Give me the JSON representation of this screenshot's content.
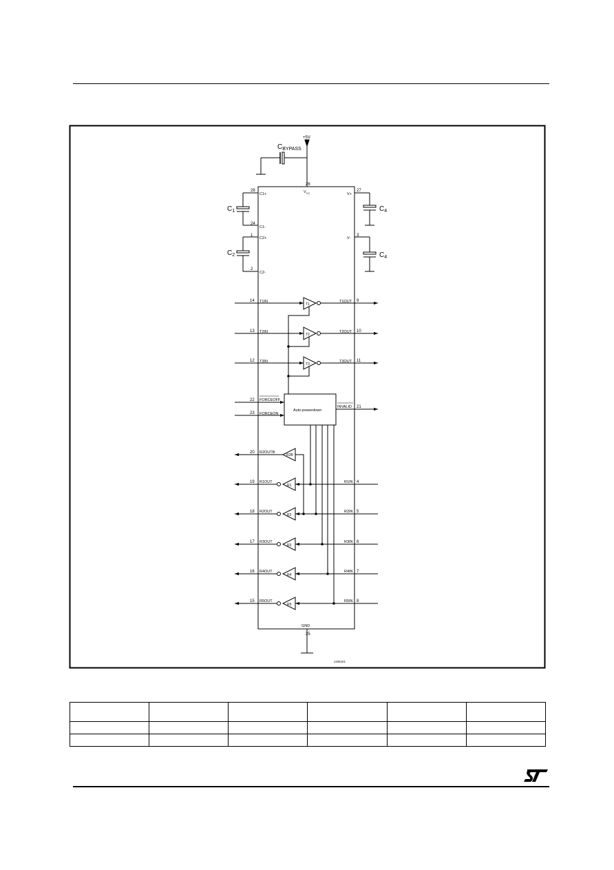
{
  "figure": {
    "supply_label": "+5V",
    "bypass_cap": {
      "main": "C",
      "sub": "BYPASS"
    },
    "caps": [
      {
        "id": "c1",
        "main": "C",
        "sub": "1"
      },
      {
        "id": "c2",
        "main": "C",
        "sub": "2"
      },
      {
        "id": "c3",
        "main": "C",
        "sub": "4"
      },
      {
        "id": "c4",
        "main": "C",
        "sub": "4"
      }
    ],
    "vcc": {
      "main": "V",
      "sub": "CC"
    },
    "gnd_label": "GND",
    "pins": {
      "p28": "28",
      "p26": "26",
      "p27": "27",
      "p24": "24",
      "p1": "1",
      "p2": "2",
      "p3": "3",
      "p14": "14",
      "p13": "13",
      "p12": "12",
      "p9": "9",
      "p10": "10",
      "p11": "11",
      "p22": "22",
      "p23": "23",
      "p21": "21",
      "p20": "20",
      "p19": "19",
      "p18": "18",
      "p17": "17",
      "p16": "16",
      "p15": "15",
      "p4": "4",
      "p5": "5",
      "p6": "6",
      "p7": "7",
      "p8": "8",
      "p25": "25"
    },
    "labels": {
      "c1p": "C1+",
      "c1m": "C1-",
      "c2p": "C2+",
      "c2m": "C2-",
      "vplus": "V+",
      "vminus": "V-",
      "t1in": "T1IN",
      "t2in": "T2IN",
      "t3in": "T3IN",
      "t1out": "T1OUT",
      "t2out": "T2OUT",
      "t3out": "T3OUT",
      "forceoff": "FORCEOFF",
      "forceon": "FORCEON",
      "invalid": "INVALID",
      "r2outb": "R2OUTB",
      "r1out": "R1OUT",
      "r2out": "R2OUT",
      "r3out": "R3OUT",
      "r4out": "R4OUT",
      "r5out": "R5OUT",
      "r1in": "R1IN",
      "r2in": "R2IN",
      "r3in": "R3IN",
      "r4in": "R4IN",
      "r5in": "R5IN"
    },
    "block": "Auto-powerdown",
    "drivers": [
      "T1",
      "T2",
      "T3"
    ],
    "receivers": [
      "R2B",
      "R1",
      "R2",
      "R3",
      "R4",
      "R5"
    ],
    "figure_id": "cs05421"
  },
  "table": {
    "columns": 6,
    "rows": 3,
    "cells": [
      [
        "",
        "",
        "",
        "",
        "",
        ""
      ],
      [
        "",
        "",
        "",
        "",
        "",
        ""
      ],
      [
        "",
        "",
        "",
        "",
        "",
        ""
      ]
    ]
  },
  "logo": {
    "text": "ST"
  }
}
